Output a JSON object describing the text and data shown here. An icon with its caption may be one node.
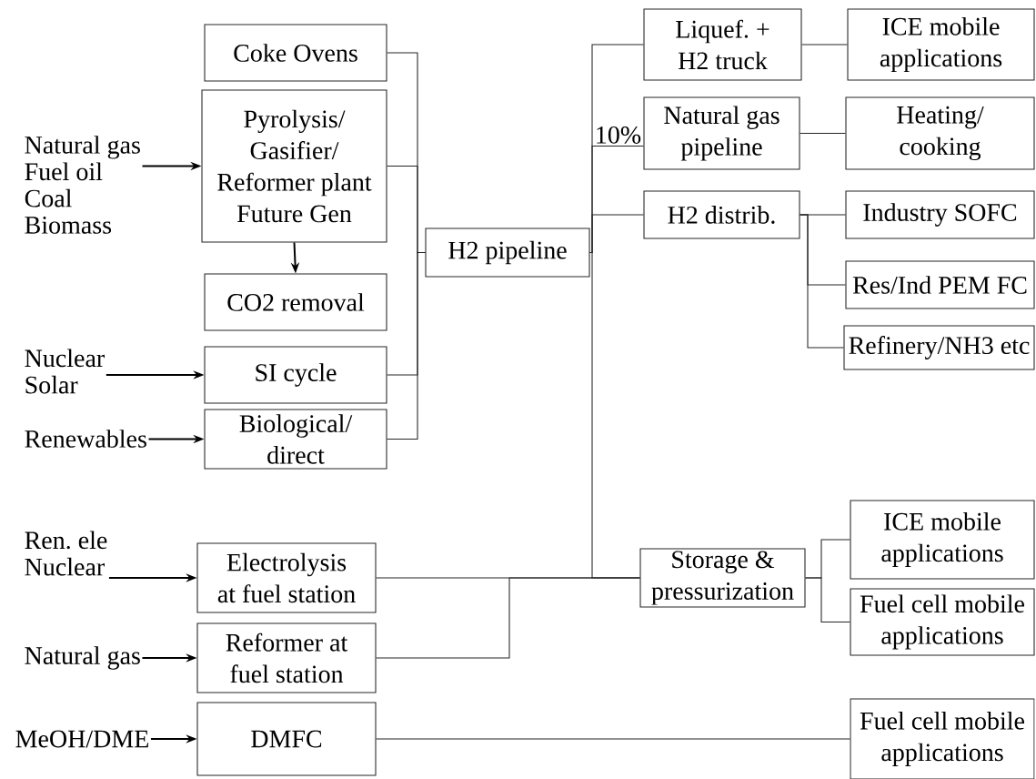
{
  "diagram": {
    "nodes": [
      {
        "text": [
          "Coke Ovens"
        ]
      },
      {
        "text": [
          "Natural gas",
          "Fuel oil",
          "Coal",
          "Biomass"
        ]
      },
      {
        "text": [
          "Pyrolysis/ Gasifier/ Reformer plant Future Gen"
        ]
      },
      {
        "text": [
          "CO2 removal"
        ]
      },
      {
        "text": [
          "Nuclear",
          "Solar"
        ]
      },
      {
        "text": [
          "SI cycle"
        ]
      },
      {
        "text": [
          "Renewables"
        ]
      },
      {
        "text": [
          "Biological/ direct"
        ]
      },
      {
        "text": [
          "H2 pipeline"
        ]
      },
      {
        "text": [
          "Liquef. + H2 truck"
        ]
      },
      {
        "text": [
          "ICE mobile applications"
        ]
      },
      {
        "text": [
          "Natural gas pipeline"
        ]
      },
      {
        "text": [
          "Heating/ cooking"
        ]
      },
      {
        "text": [
          "H2 distrib."
        ]
      },
      {
        "text": [
          "Industry SOFC"
        ]
      },
      {
        "text": [
          "Res/Ind PEM FC"
        ]
      },
      {
        "text": [
          "Refinery/NH3 etc"
        ]
      },
      {
        "text": [
          "Ren. ele",
          "Nuclear"
        ]
      },
      {
        "text": [
          "Electrolysis at fuel station"
        ]
      },
      {
        "text": [
          "Natural gas"
        ]
      },
      {
        "text": [
          "Reformer at fuel station"
        ]
      },
      {
        "text": [
          "Storage & pressurization"
        ]
      },
      {
        "text": [
          "ICE mobile applications"
        ]
      },
      {
        "text": [
          "Fuel cell mobile applications"
        ]
      },
      {
        "text": [
          "MeOH/DME"
        ]
      },
      {
        "text": [
          "DMFC"
        ]
      },
      {
        "text": [
          "Fuel cell mobile applications"
        ]
      }
    ],
    "edges": [
      {
        "from": 1,
        "to": 2,
        "arrow": "to"
      },
      {
        "from": 2,
        "to": 3,
        "arrow": "to"
      },
      {
        "from": 4,
        "to": 5,
        "arrow": "to"
      },
      {
        "from": 6,
        "to": 7,
        "arrow": "to"
      },
      {
        "from": 0,
        "to": 8,
        "arrow": "none"
      },
      {
        "from": 2,
        "to": 8,
        "arrow": "none"
      },
      {
        "from": 5,
        "to": 8,
        "arrow": "none"
      },
      {
        "from": 7,
        "to": 8,
        "arrow": "none"
      },
      {
        "from": 8,
        "to": 9,
        "arrow": "none"
      },
      {
        "from": 8,
        "to": 11,
        "arrow": "none",
        "label": "10%"
      },
      {
        "from": 8,
        "to": 13,
        "arrow": "none"
      },
      {
        "from": 8,
        "to": 21,
        "arrow": "none"
      },
      {
        "from": 9,
        "to": 10,
        "arrow": "none"
      },
      {
        "from": 11,
        "to": 12,
        "arrow": "none"
      },
      {
        "from": 13,
        "to": 14,
        "arrow": "none"
      },
      {
        "from": 13,
        "to": 15,
        "arrow": "none"
      },
      {
        "from": 13,
        "to": 16,
        "arrow": "none"
      },
      {
        "from": 17,
        "to": 18,
        "arrow": "to"
      },
      {
        "from": 19,
        "to": 20,
        "arrow": "to"
      },
      {
        "from": 18,
        "to": 21,
        "arrow": "none"
      },
      {
        "from": 20,
        "to": 21,
        "arrow": "none"
      },
      {
        "from": 21,
        "to": 22,
        "arrow": "none"
      },
      {
        "from": 21,
        "to": 23,
        "arrow": "none"
      },
      {
        "from": 24,
        "to": 25,
        "arrow": "to"
      },
      {
        "from": 25,
        "to": 26,
        "arrow": "none"
      }
    ]
  }
}
